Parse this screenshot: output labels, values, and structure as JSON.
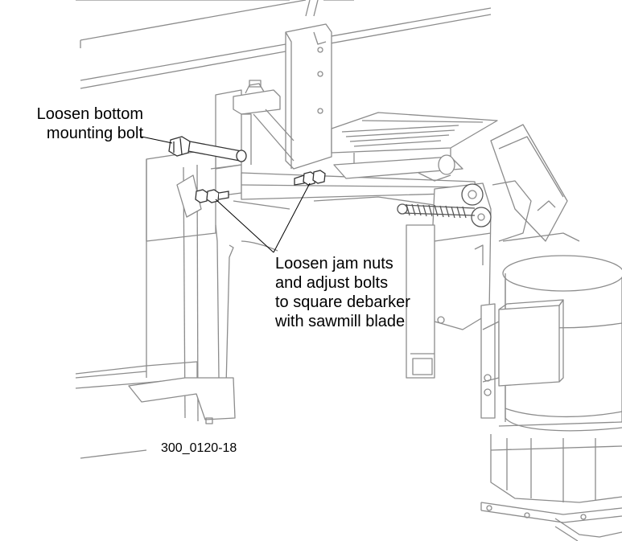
{
  "callouts": {
    "bottom_bolt": [
      "Loosen bottom",
      "mounting bolt"
    ],
    "jam_nuts": [
      "Loosen jam nuts",
      "and adjust bolts",
      "to square debarker",
      "with sawmill blade"
    ]
  },
  "figure_id": "300_0120-18",
  "colors": {
    "line": "#8c8c8c",
    "dark": "#333333",
    "leader": "#000000",
    "fill_light": "#ffffff",
    "fill_shade": "#f2f2f2"
  }
}
